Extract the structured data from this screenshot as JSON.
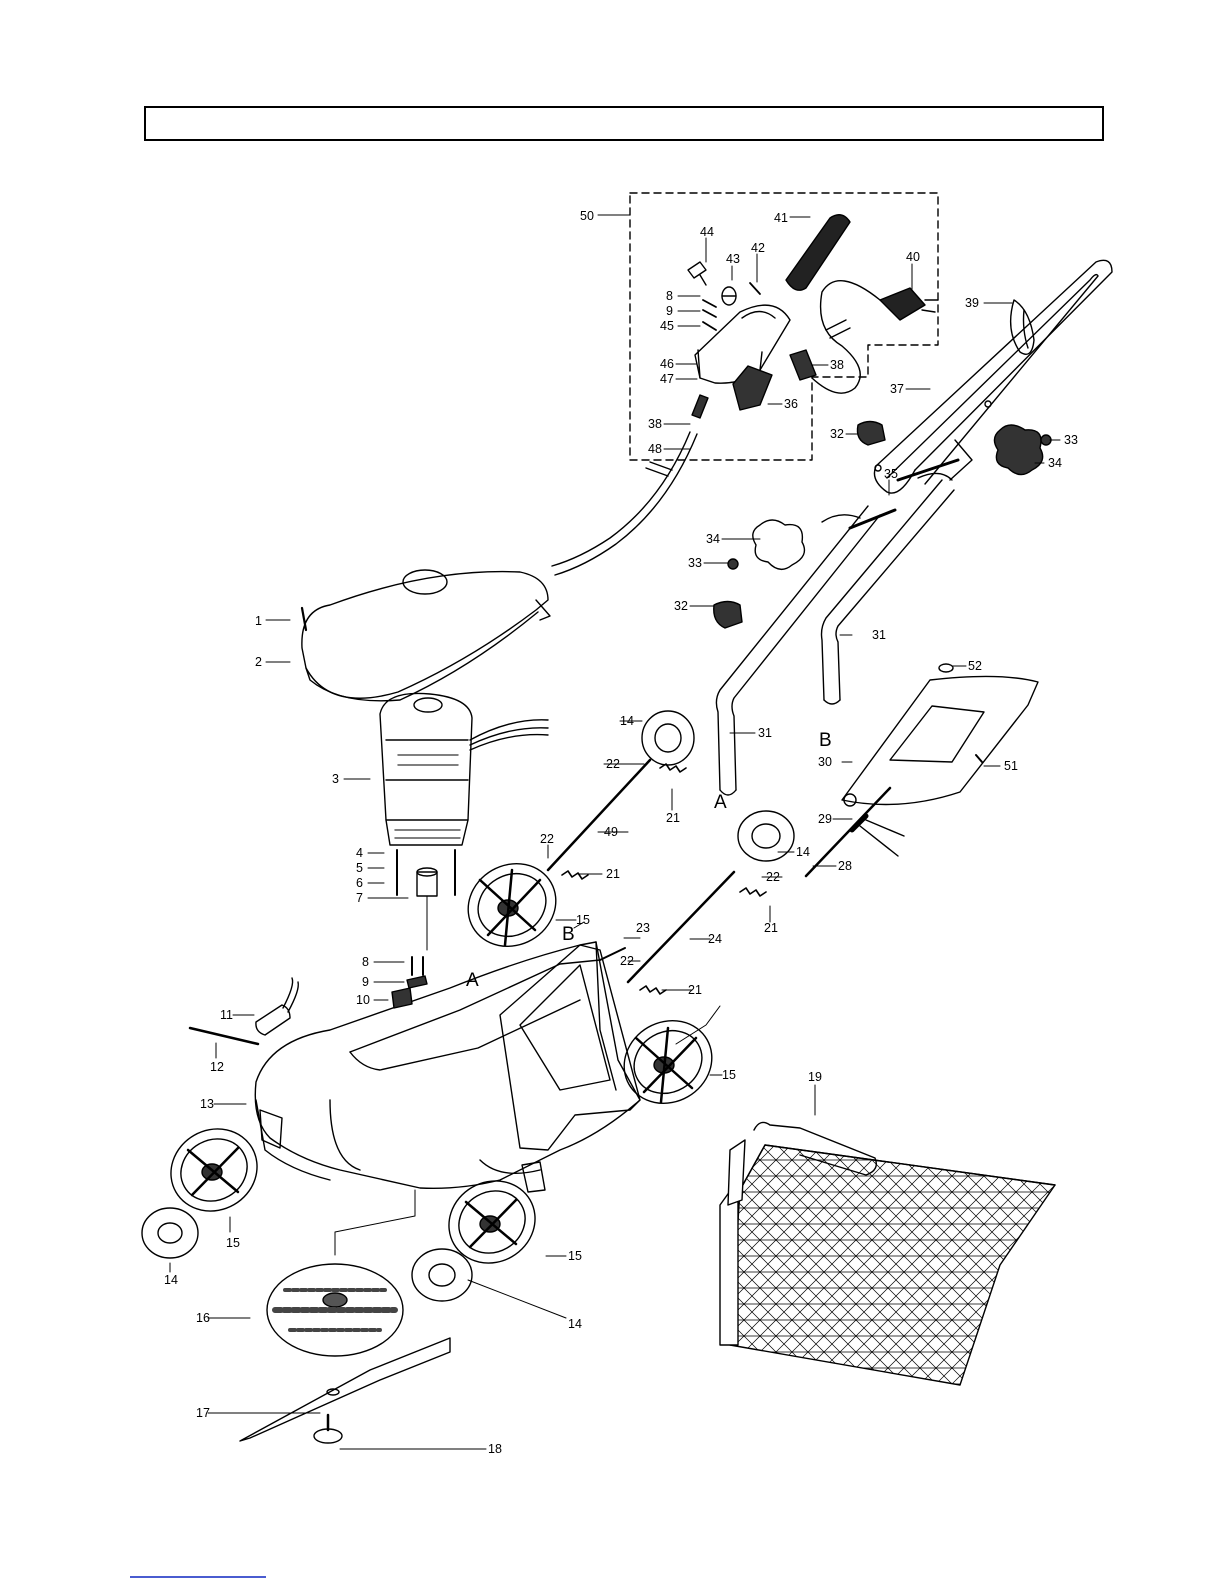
{
  "labels": {
    "l1": "1",
    "l2": "2",
    "l3": "3",
    "l4": "4",
    "l5": "5",
    "l6": "6",
    "l7": "7",
    "l8a": "8",
    "l8b": "8",
    "l9a": "9",
    "l9b": "9",
    "l10": "10",
    "l11": "11",
    "l12": "12",
    "l13": "13",
    "l14a": "14",
    "l14b": "14",
    "l14c": "14",
    "l14d": "14",
    "l15a": "15",
    "l15b": "15",
    "l15c": "15",
    "l15d": "15",
    "l16": "16",
    "l17": "17",
    "l18": "18",
    "l19": "19",
    "l21a": "21",
    "l21b": "21",
    "l21c": "21",
    "l21d": "21",
    "l22a": "22",
    "l22b": "22",
    "l22c": "22",
    "l22d": "22",
    "l23": "23",
    "l24": "24",
    "l28": "28",
    "l29": "29",
    "l30": "30",
    "l31a": "31",
    "l31b": "31",
    "l32a": "32",
    "l32b": "32",
    "l33a": "33",
    "l33b": "33",
    "l34a": "34",
    "l34b": "34",
    "l35": "35",
    "l36": "36",
    "l37": "37",
    "l38a": "38",
    "l38b": "38",
    "l39": "39",
    "l40": "40",
    "l41": "41",
    "l42": "42",
    "l43": "43",
    "l44": "44",
    "l45": "45",
    "l46": "46",
    "l47": "47",
    "l48": "48",
    "l49": "49",
    "l50": "50",
    "l51": "51",
    "l52": "52",
    "mA1": "A",
    "mA2": "A",
    "mB1": "B",
    "mB2": "B"
  }
}
